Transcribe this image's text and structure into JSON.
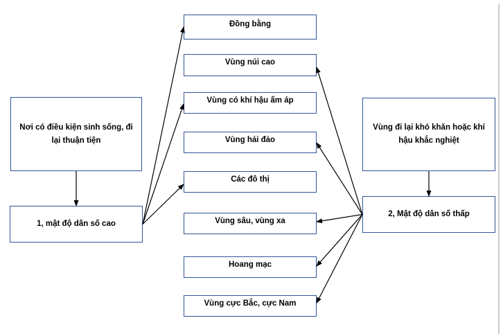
{
  "diagram": {
    "nodes": {
      "left_top": {
        "label": "Nơi có điều kiện sinh sống, đi lại thuận tiện"
      },
      "left_bottom": {
        "label": "1, mật độ dân số cao"
      },
      "right_top": {
        "label": "Vùng đi lại khó khăn hoặc khí hậu khắc nghiệt"
      },
      "right_bottom": {
        "label": "2, Mật độ dân số thấp"
      },
      "middle": [
        {
          "label": "Đồng bằng"
        },
        {
          "label": "Vùng núi cao"
        },
        {
          "label": "Vùng có khí hậu ấm áp"
        },
        {
          "label": "Vùng hải đảo"
        },
        {
          "label": "Các đô thị"
        },
        {
          "label": "Vùng sâu, vùng xa"
        },
        {
          "label": "Hoang mạc"
        },
        {
          "label": "Vùng cực Bắc, cực Nam"
        }
      ]
    },
    "connections": [
      {
        "from": "left-top",
        "from_side": "bottom",
        "to": "left-bottom",
        "to_side": "top"
      },
      {
        "from": "left-bottom",
        "from_side": "right",
        "to": "m0",
        "to_side": "left",
        "to_t": 0.5
      },
      {
        "from": "left-bottom",
        "from_side": "right",
        "to": "m2",
        "to_side": "left",
        "to_t": 0.55
      },
      {
        "from": "left-bottom",
        "from_side": "right",
        "to": "m4",
        "to_side": "left",
        "to_t": 0.61
      },
      {
        "from": "right-top",
        "from_side": "bottom",
        "to": "right-bottom",
        "to_side": "top"
      },
      {
        "from": "right-bottom",
        "from_side": "left",
        "to": "m1",
        "to_side": "right",
        "to_t": 0.6
      },
      {
        "from": "right-bottom",
        "from_side": "left",
        "to": "m3",
        "to_side": "right",
        "to_t": 0.52
      },
      {
        "from": "right-bottom",
        "from_side": "left",
        "to": "m5",
        "to_side": "right",
        "to_t": 0.42
      },
      {
        "from": "right-bottom",
        "from_side": "left",
        "to": "m6",
        "to_side": "right",
        "to_t": 0.45
      },
      {
        "from": "right-bottom",
        "from_side": "left",
        "to": "m7",
        "to_side": "right",
        "to_t": 0.36
      }
    ],
    "colors": {
      "box_border": "#2F5496",
      "arrow": "#000000",
      "page_edge": "#C9C9C9",
      "background": "#FFFFFF"
    }
  }
}
